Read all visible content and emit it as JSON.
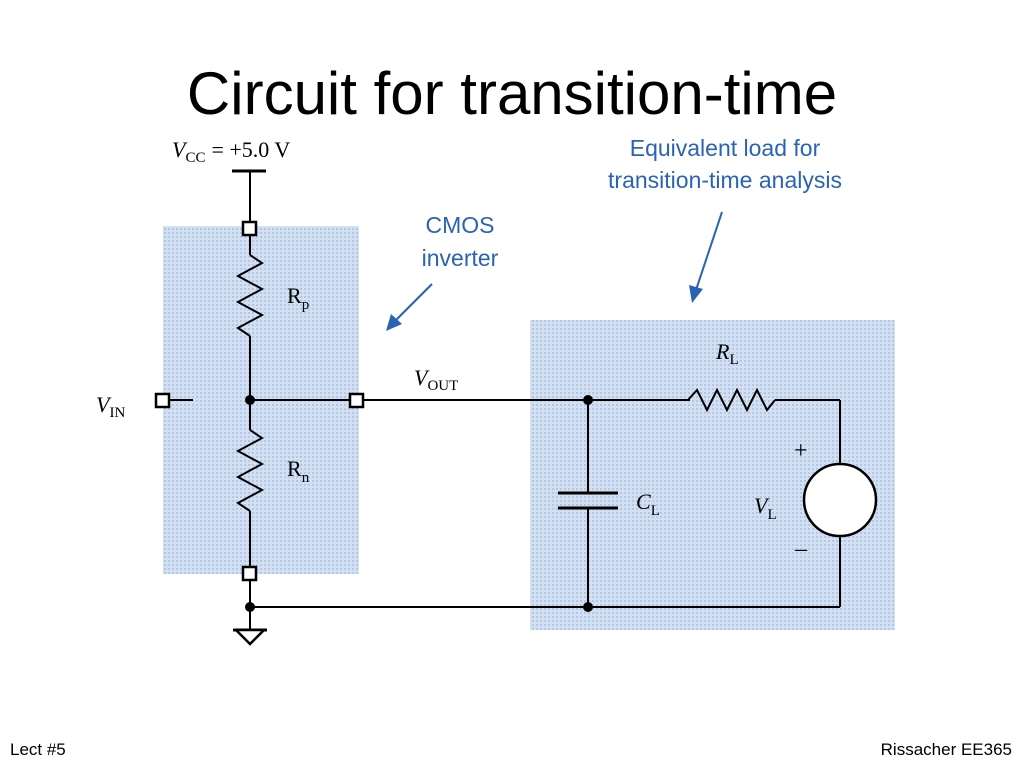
{
  "slide": {
    "title": "Circuit for transition-time",
    "footer_left": "Lect #5",
    "footer_right": "Rissacher EE365"
  },
  "circuit": {
    "vcc_symbol": "V",
    "vcc_subscript": "CC",
    "vcc_value": "= +5.0 V",
    "vin_symbol": "V",
    "vin_subscript": "IN",
    "vout_symbol": "V",
    "vout_subscript": "OUT",
    "rp_symbol": "R",
    "rp_subscript": "p",
    "rn_symbol": "R",
    "rn_subscript": "n",
    "rl_symbol": "R",
    "rl_subscript": "L",
    "cl_symbol": "C",
    "cl_subscript": "L",
    "vl_symbol": "V",
    "vl_subscript": "L",
    "plus_sign": "+",
    "minus_sign": "–"
  },
  "annotations": {
    "cmos_line1": "CMOS",
    "cmos_line2": "inverter",
    "load_line1": "Equivalent load for",
    "load_line2": "transition-time analysis"
  },
  "colors": {
    "box_fill": "#c9d8ee",
    "annotation_text": "#2a63b5",
    "wire": "#000000"
  }
}
